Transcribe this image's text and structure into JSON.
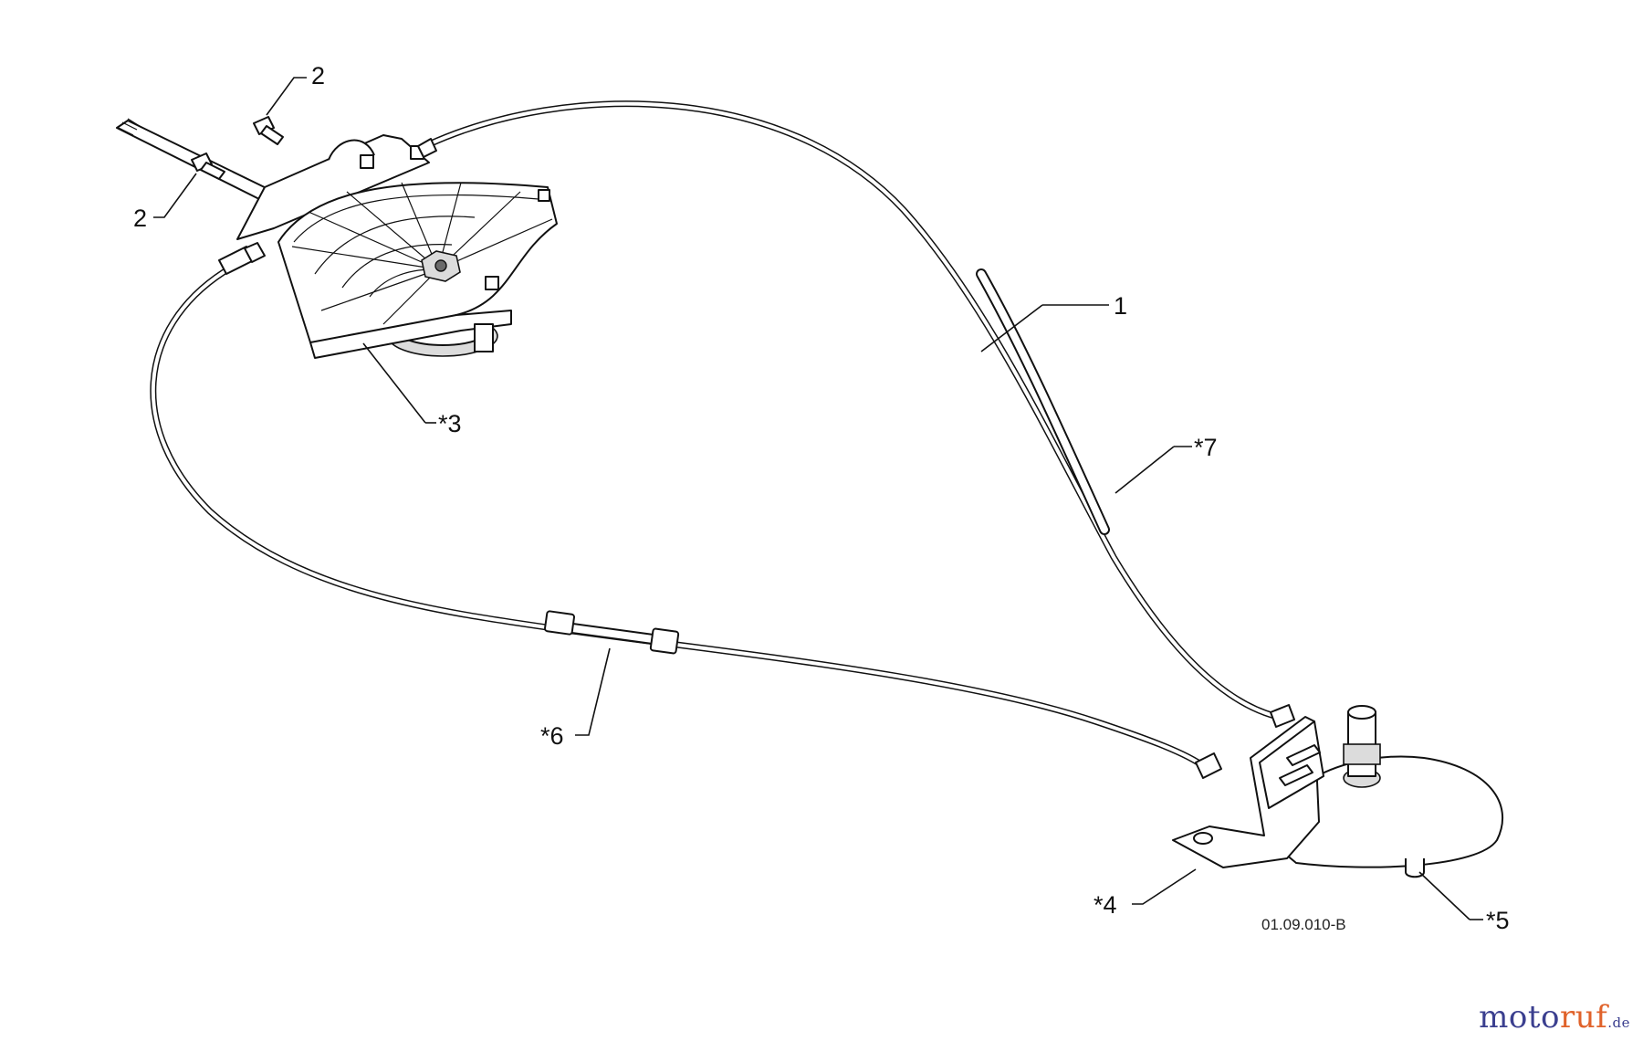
{
  "callouts": {
    "c1": "1",
    "c2a": "2",
    "c2b": "2",
    "c3": "*3",
    "c4": "*4",
    "c5": "*5",
    "c6": "*6",
    "c7": "*7"
  },
  "figure_ref": "01.09.010-B",
  "watermark": {
    "part1": "moto",
    "part2": "ruf",
    "suffix": ".de",
    "color_main": "#3b3f8f",
    "color_accent": "#e0622a"
  }
}
